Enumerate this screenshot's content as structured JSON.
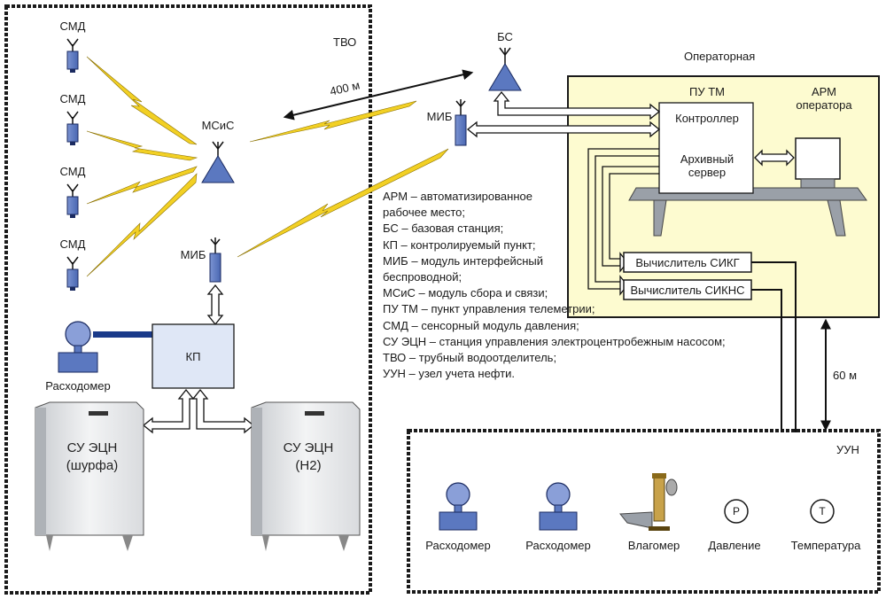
{
  "zones": {
    "tvo": "ТВО",
    "operator_room": "Операторная",
    "uun": "УУН"
  },
  "sensors": {
    "smd": [
      "СМД",
      "СМД",
      "СМД",
      "СМД"
    ],
    "msis": "МСиС",
    "mib_left": "МИБ",
    "mib_right": "МИБ",
    "bs": "БС"
  },
  "distances": {
    "radio": "400 м",
    "cable": "60 м"
  },
  "field": {
    "kp": "КП",
    "flowmeter": "Расходомер",
    "su_left": "СУ ЭЦН\n(шурфа)",
    "su_right": "СУ ЭЦН\n(Н2)"
  },
  "control": {
    "pu_tm": "ПУ ТМ",
    "arm": "АРМ\nоператора",
    "controller": "Контроллер",
    "archive_server": "Архивный\nсервер",
    "calc_sikg": "Вычислитель СИКГ",
    "calc_siknc": "Вычислитель СИКНС"
  },
  "uun_devices": [
    "Расходомер",
    "Расходомер",
    "Влагомер",
    "Давление",
    "Температура"
  ],
  "gauge_symbols": {
    "pressure": "Р",
    "temperature": "Т"
  },
  "legend": [
    "АРМ – автоматизированное",
    "рабочее место;",
    "БС – базовая станция;",
    "КП – контролируемый пункт;",
    "МИБ – модуль интерфейсный",
    "беспроводной;",
    "МСиС – модуль сбора и связи;",
    "ПУ ТМ – пункт управления телеметрии;",
    "СМД – сенсорный модуль давления;",
    "СУ ЭЦН – станция управления электроцентробежным насосом;",
    "ТВО – трубный водоотделитель;",
    "УУН – узел учета нефти."
  ],
  "colors": {
    "device_blue": "#5b78c0",
    "panel_yellow": "#fdfbd0",
    "lightning": "#f2d024",
    "desk_gray": "#9aa0a8"
  }
}
